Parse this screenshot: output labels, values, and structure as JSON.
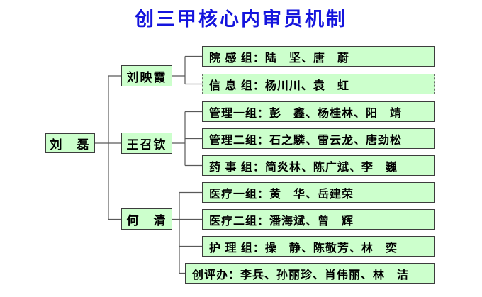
{
  "title": {
    "text": "创三甲核心内审员机制"
  },
  "colors": {
    "title_blue": "#1414dd",
    "box_fill": "#ccffcc",
    "box_border": "#3d3d3d",
    "connector_line": "#595959"
  },
  "tree": {
    "root": {
      "label": "刘　磊"
    },
    "branches": [
      {
        "leader": "刘映霞",
        "groups": [
          {
            "label": "院 感 组：陆　坚、唐　蔚",
            "border": "solid"
          },
          {
            "label": "信 息 组：杨川川、袁　虹",
            "border": "dashed"
          }
        ]
      },
      {
        "leader": "王召钦",
        "groups": [
          {
            "label": "管理一组：彭　鑫、杨桂林、阳　靖",
            "border": "solid"
          },
          {
            "label": "管理二组：石之驎、雷云龙、唐劲松",
            "border": "solid"
          },
          {
            "label": "药 事 组：简炎林、陈广斌、李　巍",
            "border": "solid"
          }
        ]
      },
      {
        "leader": "何　清",
        "groups": [
          {
            "label": "医疗一组：黄　华、岳建荣",
            "border": "solid"
          },
          {
            "label": "医疗二组：潘海斌、曾　辉",
            "border": "solid"
          },
          {
            "label": "护 理 组：操　静、陈敬芳、林　奕",
            "border": "solid"
          },
          {
            "label": "创评办：李兵、孙丽珍、肖伟丽、林　洁",
            "border": "solid"
          }
        ]
      }
    ]
  }
}
